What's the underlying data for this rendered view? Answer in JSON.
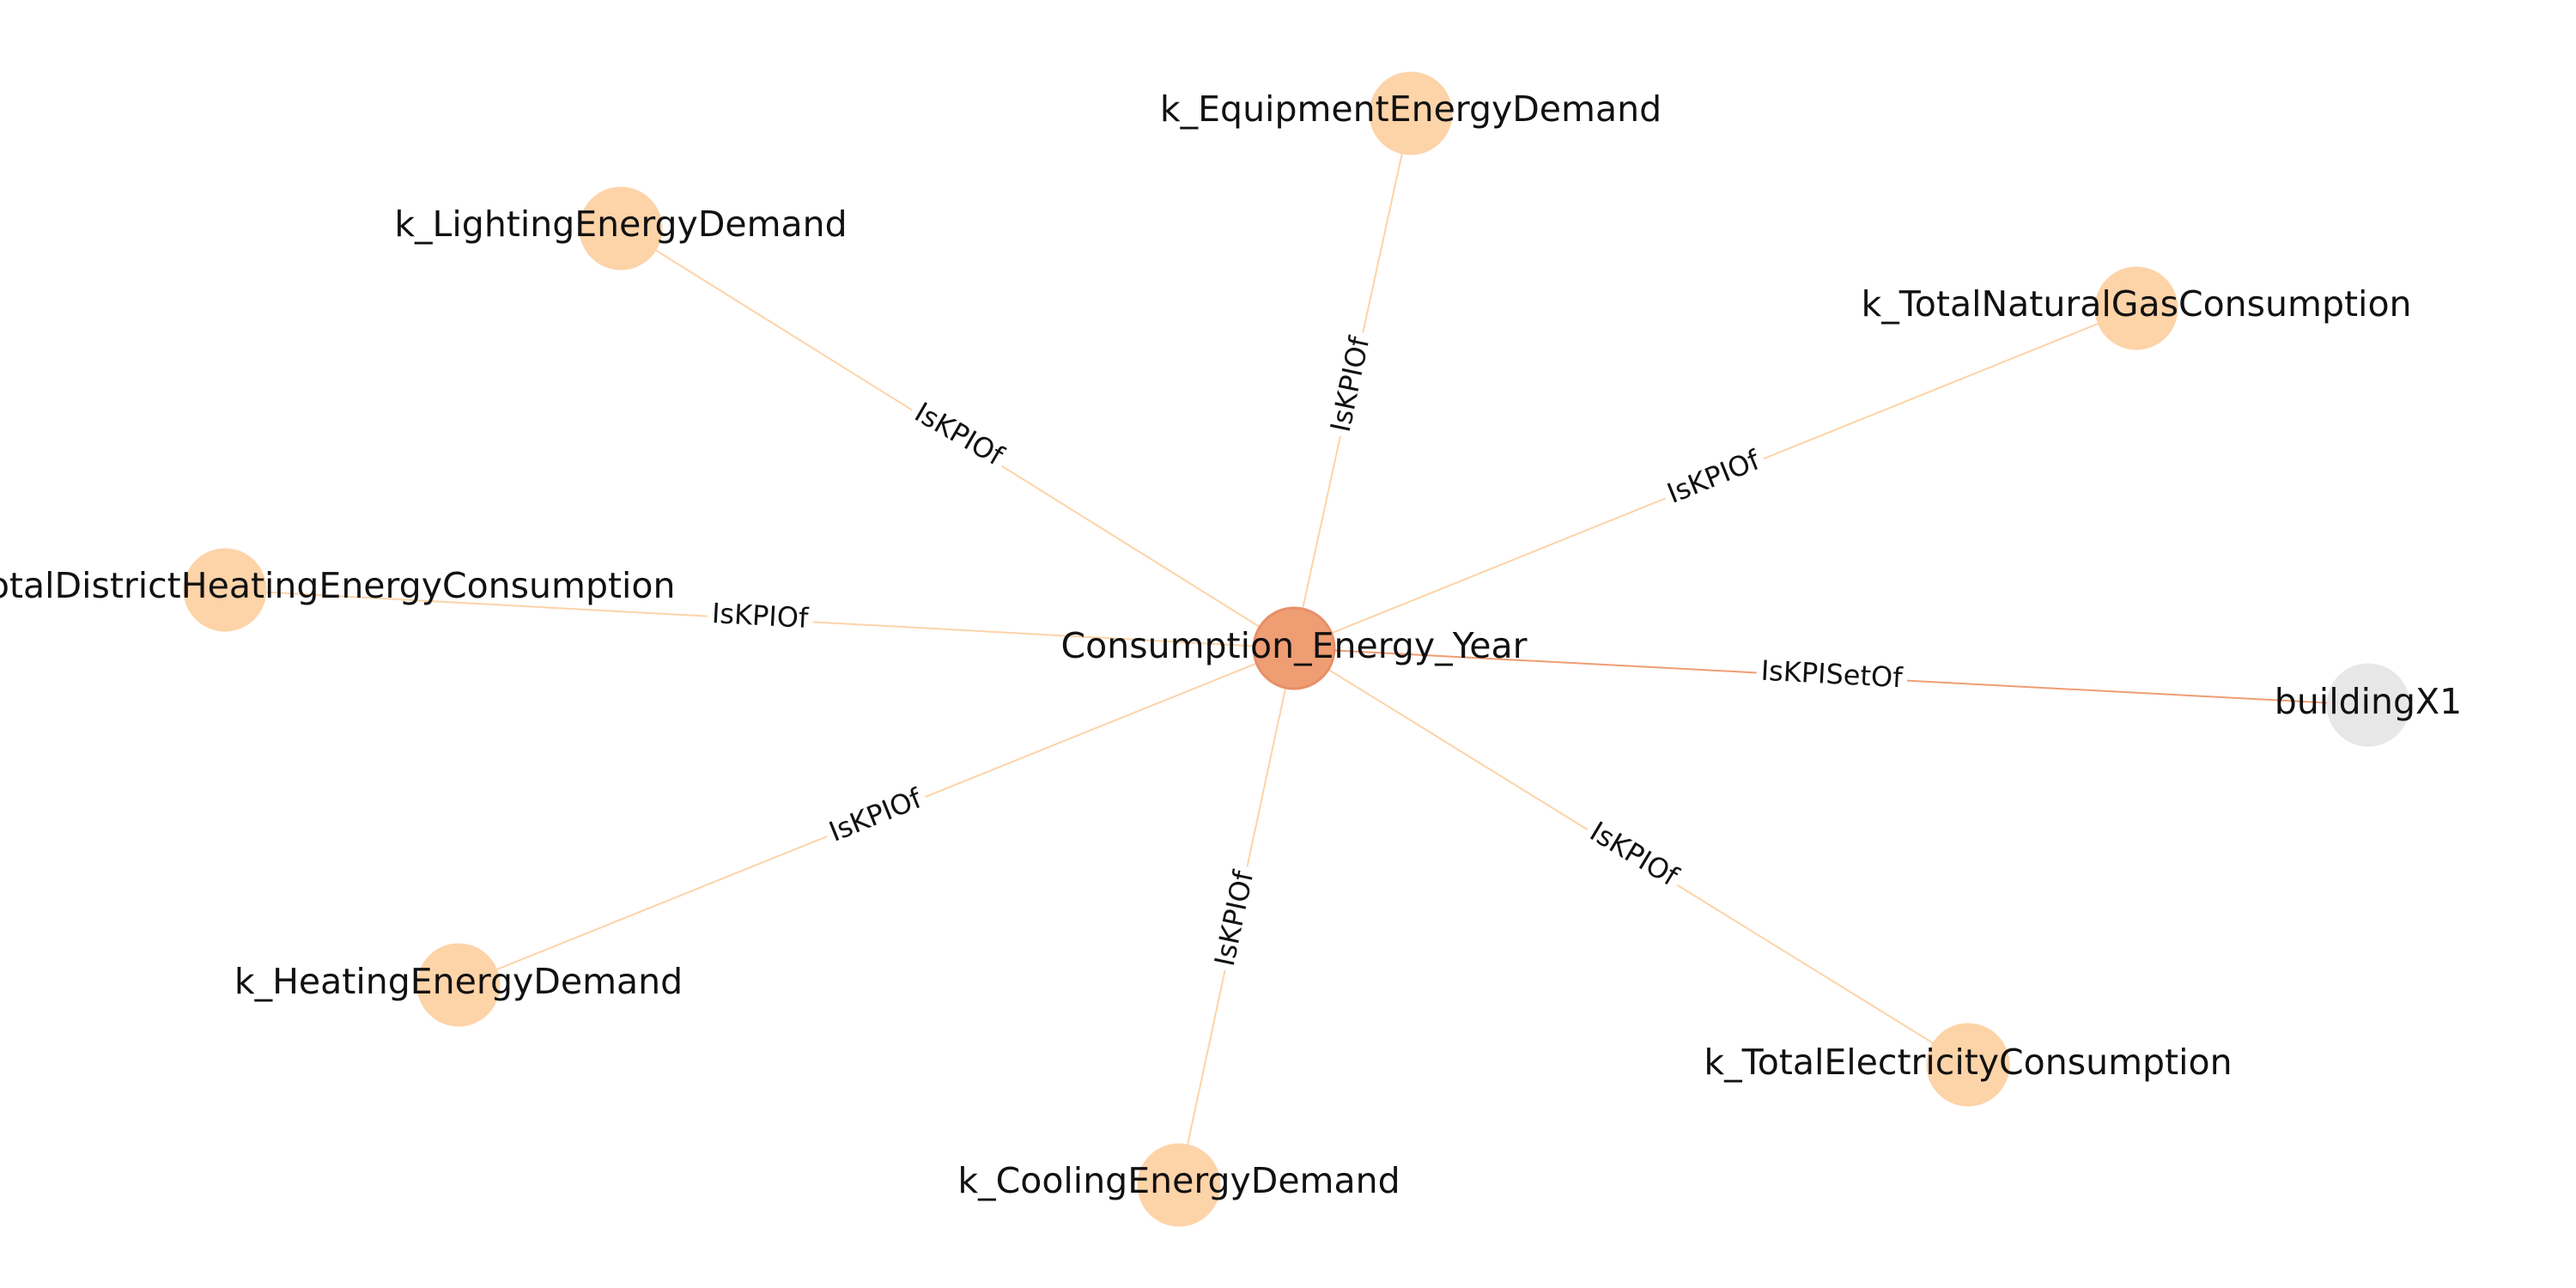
{
  "colors": {
    "kpi_node": "#fdd3a8",
    "center_node": "#ef9d73",
    "building_node": "#e6e6e6",
    "kpi_edge": "#fdd3a8",
    "set_edge": "#ef9d73",
    "label_background": "#ffffff",
    "text": "#111111"
  },
  "graph": {
    "center": {
      "id": "center",
      "label": "Consumption_Energy_Year",
      "type": "center"
    },
    "nodes": [
      {
        "id": "equipment",
        "label": "k_EquipmentEnergyDemand",
        "type": "kpi"
      },
      {
        "id": "lighting",
        "label": "k_LightingEnergyDemand",
        "type": "kpi"
      },
      {
        "id": "natural_gas",
        "label": "k_TotalNaturalGasConsumption",
        "type": "kpi"
      },
      {
        "id": "district_heating",
        "label": "k_TotalDistrictHeatingEnergyConsumption",
        "type": "kpi"
      },
      {
        "id": "building",
        "label": "buildingX1",
        "type": "building"
      },
      {
        "id": "heating",
        "label": "k_HeatingEnergyDemand",
        "type": "kpi"
      },
      {
        "id": "electricity",
        "label": "k_TotalElectricityConsumption",
        "type": "kpi"
      },
      {
        "id": "cooling",
        "label": "k_CoolingEnergyDemand",
        "type": "kpi"
      }
    ],
    "edges": [
      {
        "id": "edge-equipment",
        "source": "equipment",
        "target": "center",
        "label": "IsKPIOf",
        "type": "kpi"
      },
      {
        "id": "edge-lighting",
        "source": "lighting",
        "target": "center",
        "label": "IsKPIOf",
        "type": "kpi"
      },
      {
        "id": "edge-natural-gas",
        "source": "natural_gas",
        "target": "center",
        "label": "IsKPIOf",
        "type": "kpi"
      },
      {
        "id": "edge-district-heating",
        "source": "district_heating",
        "target": "center",
        "label": "IsKPIOf",
        "type": "kpi"
      },
      {
        "id": "edge-building",
        "source": "center",
        "target": "building",
        "label": "IsKPISetOf",
        "type": "set"
      },
      {
        "id": "edge-heating",
        "source": "heating",
        "target": "center",
        "label": "IsKPIOf",
        "type": "kpi"
      },
      {
        "id": "edge-electricity",
        "source": "electricity",
        "target": "center",
        "label": "IsKPIOf",
        "type": "kpi"
      },
      {
        "id": "edge-cooling",
        "source": "cooling",
        "target": "center",
        "label": "IsKPIOf",
        "type": "kpi"
      }
    ]
  }
}
